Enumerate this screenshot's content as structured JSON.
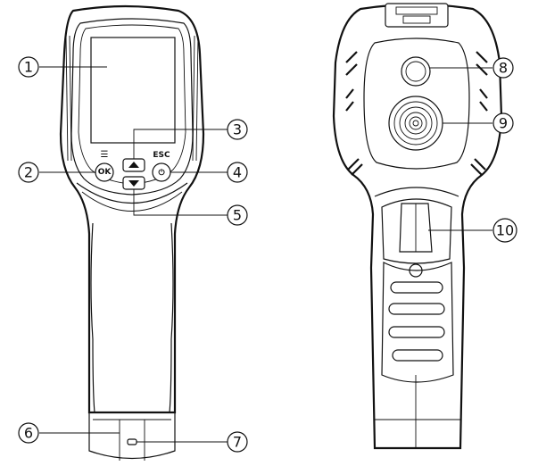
{
  "diagram": {
    "callouts": [
      {
        "id": "1",
        "label": "1"
      },
      {
        "id": "2",
        "label": "2"
      },
      {
        "id": "3",
        "label": "3"
      },
      {
        "id": "4",
        "label": "4"
      },
      {
        "id": "5",
        "label": "5"
      },
      {
        "id": "6",
        "label": "6"
      },
      {
        "id": "7",
        "label": "7"
      },
      {
        "id": "8",
        "label": "8"
      },
      {
        "id": "9",
        "label": "9"
      },
      {
        "id": "10",
        "label": "10"
      }
    ],
    "buttons": {
      "ok_label": "OK",
      "esc_label": "ESC",
      "menu_glyph": "☰",
      "power_glyph": "⏻"
    }
  }
}
